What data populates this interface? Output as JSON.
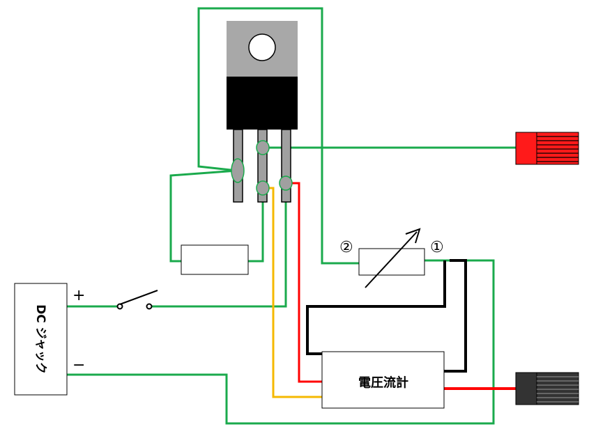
{
  "labels": {
    "dc_jack": "DC ジャック",
    "meter": "電圧流計",
    "plus": "+",
    "minus": "−",
    "pin2": "②",
    "pin1": "①"
  },
  "colors": {
    "green": "#1aaa4c",
    "red": "#ff0000",
    "yellow": "#f5b800",
    "black": "#000000",
    "regulator_top": "#a8a8a8",
    "regulator_body": "#000000",
    "pin": "#a0a0a0",
    "terminal_red": "#ff1a1a",
    "terminal_black": "#333333"
  }
}
